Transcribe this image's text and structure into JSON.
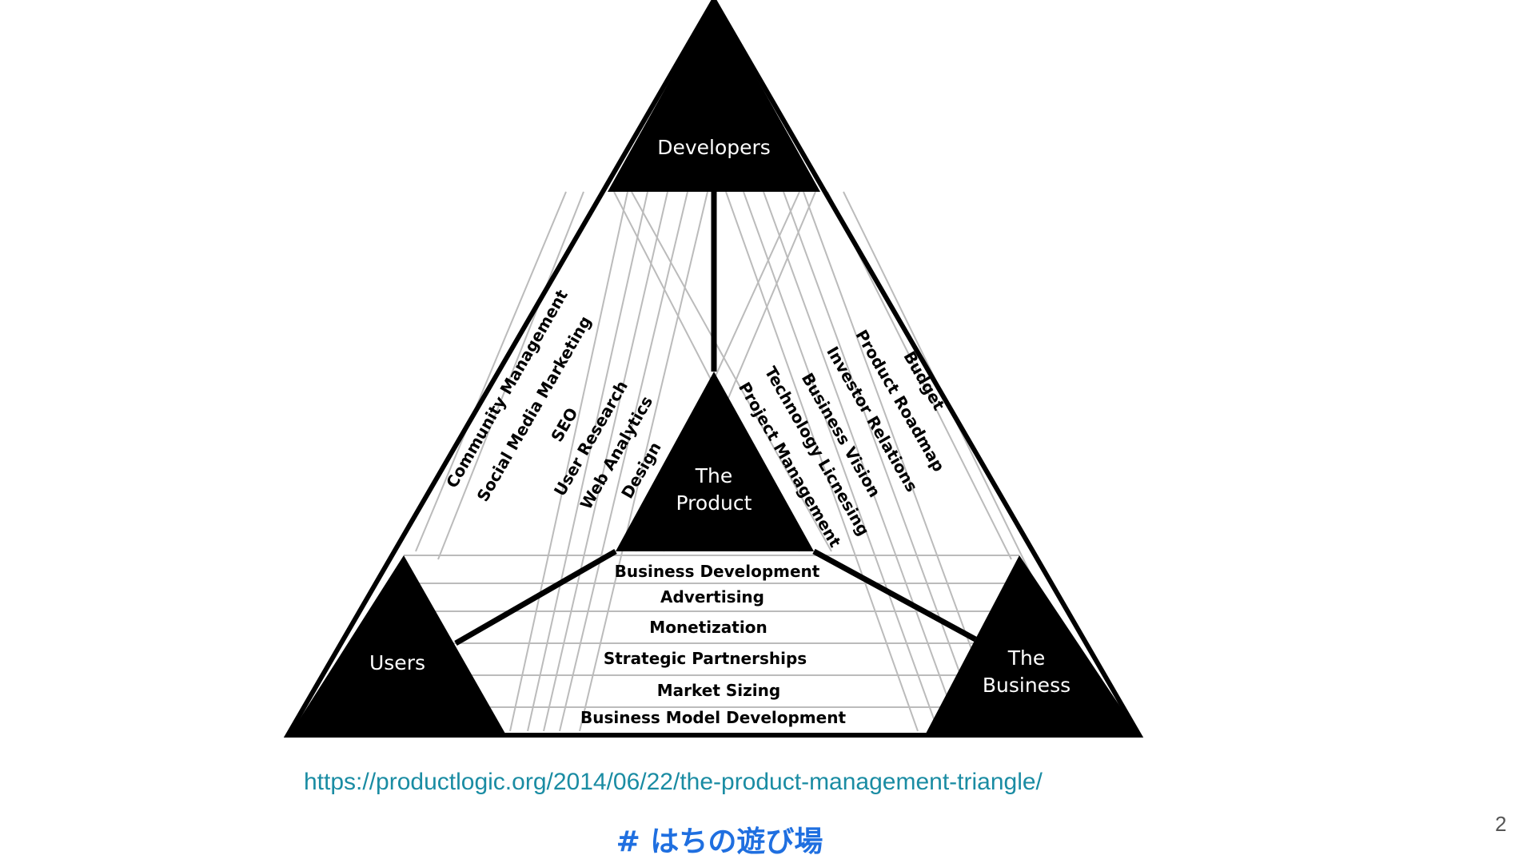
{
  "diagram": {
    "corners": {
      "top": [
        "Developers"
      ],
      "center": [
        "The",
        "Product"
      ],
      "left": [
        "Users"
      ],
      "right": [
        "The",
        "Business"
      ]
    },
    "bottom_bands": [
      "Business Development",
      "Advertising",
      "Monetization",
      "Strategic Partnerships",
      "Market Sizing",
      "Business Model Development"
    ],
    "left_bands": [
      "Community Management",
      "Social Media Marketing",
      "SEO",
      "User Research",
      "Web Analytics",
      "Design"
    ],
    "right_bands": [
      "Budget",
      "Product Roadmap",
      "Investor Relations",
      "Business Vision",
      "Technology Licnesing",
      "Project Management"
    ],
    "colors": {
      "fill": "#000000",
      "lines": "#bbbbbb",
      "text_on_black": "#ffffff"
    }
  },
  "source_link": "https://productlogic.org/2014/06/22/the-product-management-triangle/",
  "hashtag": "# はちの遊び場",
  "page_number": "2"
}
